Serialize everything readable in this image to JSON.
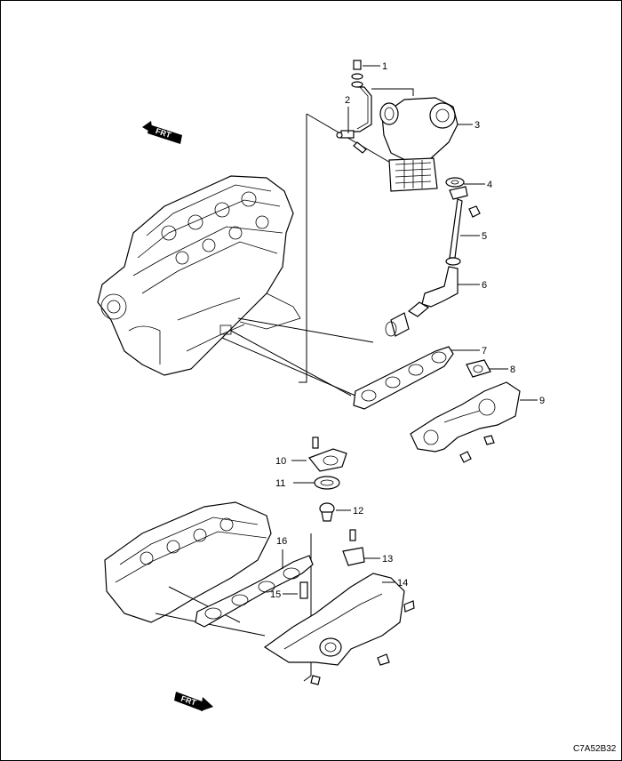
{
  "callouts": [
    "1",
    "2",
    "3",
    "4",
    "5",
    "6",
    "7",
    "8",
    "9",
    "10",
    "11",
    "12",
    "13",
    "14",
    "15",
    "16"
  ],
  "front_markers": {
    "upper": "FRT",
    "lower": "FRT"
  },
  "figure_code": "C7A52B32"
}
